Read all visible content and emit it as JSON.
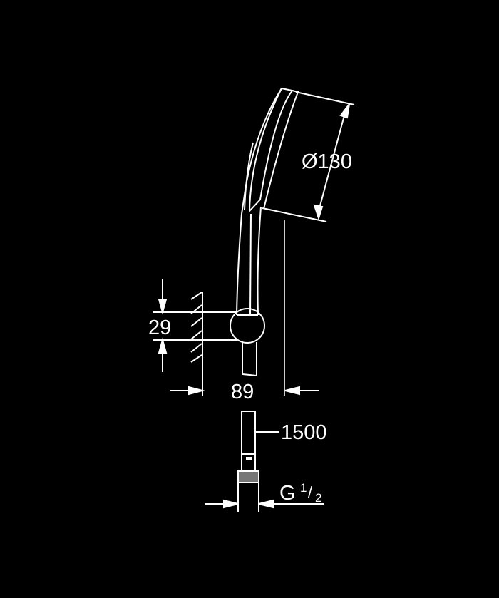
{
  "drawing": {
    "subject": "hand shower set with wall holder and hose",
    "dimensions": {
      "head_diameter": "Ø130",
      "holder_height": "29",
      "wall_projection": "89",
      "hose_length": "1500",
      "thread": "G",
      "thread_num": "1",
      "thread_den": "2"
    },
    "colors": {
      "background": "#000000",
      "line": "#ffffff"
    }
  }
}
